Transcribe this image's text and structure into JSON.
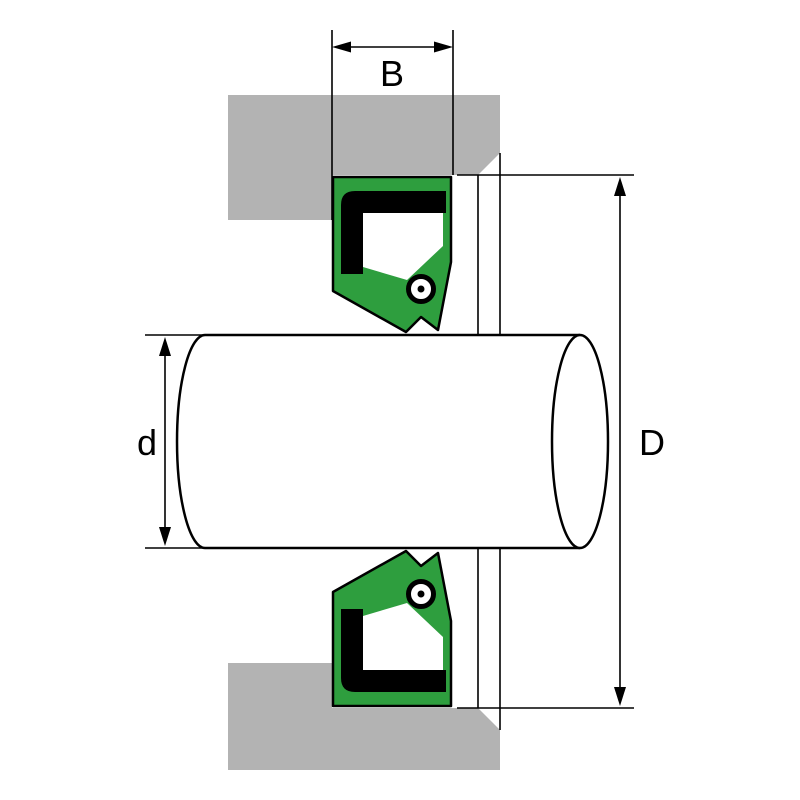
{
  "diagram": {
    "labels": {
      "seal_width": "B",
      "shaft_diameter": "d",
      "outer_diameter": "D"
    },
    "colors": {
      "seal_green": "#2e9e3e",
      "housing_gray": "#b3b3b3",
      "outline_black": "#000000",
      "background": "#ffffff"
    }
  }
}
